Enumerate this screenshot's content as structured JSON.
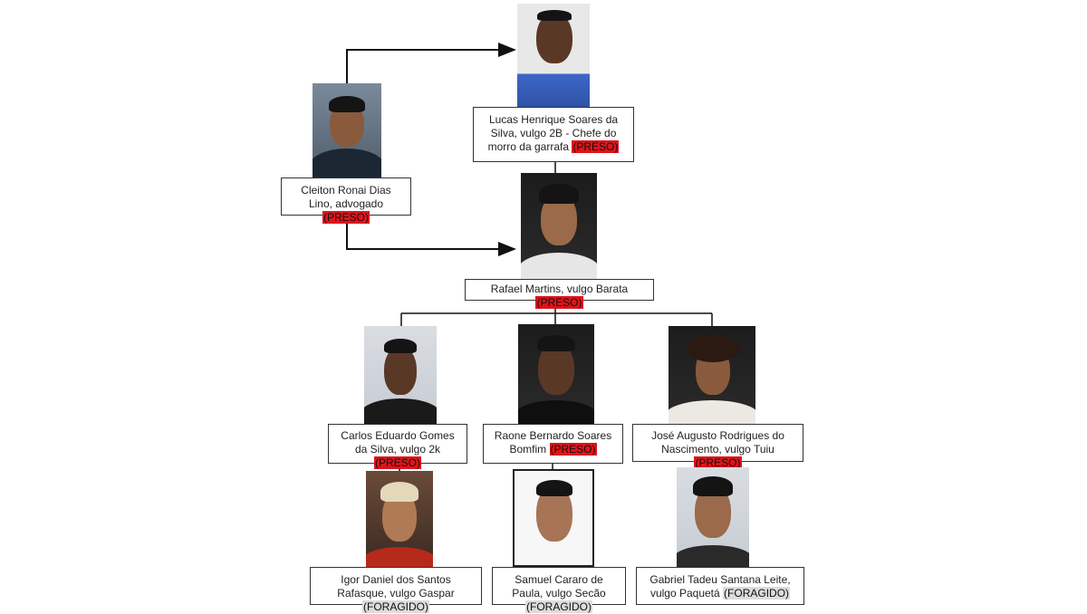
{
  "people": {
    "cleiton": {
      "text": "Cleiton Ronai Dias Lino, advogado",
      "status": "(PRESO)"
    },
    "lucas": {
      "text": "Lucas Henrique Soares da Silva, vulgo 2B - Chefe do morro da garrafa",
      "status": "(PRESO)"
    },
    "rafael": {
      "text": "Rafael Martins, vulgo Barata",
      "status": "(PRESO)"
    },
    "carlos": {
      "text": "Carlos Eduardo Gomes da Silva, vulgo 2k",
      "status": "(PRESO)"
    },
    "raone": {
      "text": "Raone Bernardo Soares Bomfim",
      "status": "(PRESO)"
    },
    "jose": {
      "text": "José Augusto Rodrigues do Nascimento, vulgo Tuiu",
      "status": "(PRESO)"
    },
    "igor": {
      "text": "Igor Daniel dos Santos Rafasque, vulgo Gaspar",
      "status": "(FORAGIDO)"
    },
    "samuel": {
      "text": "Samuel Cararo de Paula, vulgo Secão",
      "status": "(FORAGIDO)"
    },
    "gabriel": {
      "text": "Gabriel Tadeu Santana Leite, vulgo Paquetá",
      "status": "(FORAGIDO)"
    }
  }
}
